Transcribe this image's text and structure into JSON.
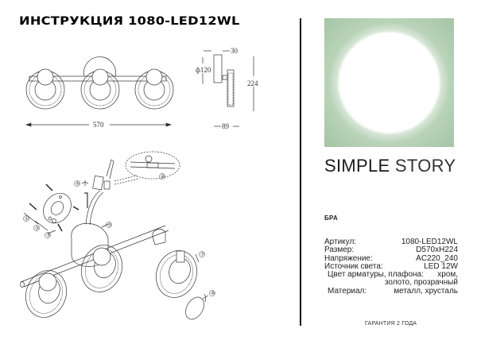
{
  "document": {
    "title": "ИНСТРУКЦИЯ 1080-LED12WL"
  },
  "hero_image": {
    "description": "green-square-with-white-circle",
    "colors": {
      "background": "#a4c4a4",
      "circle": "#ffffff"
    }
  },
  "brand": {
    "part1": "SIMPLE",
    "part2": "STORY"
  },
  "product_type": "БРА",
  "specs": [
    {
      "label": "Артикул:",
      "value": "1080-LED12WL"
    },
    {
      "label": "Размер:",
      "value": "D570xH224"
    },
    {
      "label": "Напряжение:",
      "value": "AC220_240"
    },
    {
      "label": "Источник света:",
      "value": "LED 12W"
    },
    {
      "label": "Цвет арматуры, плафона:",
      "value": "хром,",
      "continuation": "золото, прозрачный"
    },
    {
      "label": "Материал:",
      "value": "металл, хрусталь"
    }
  ],
  "warranty": "ГАРАНТИЯ 2 ГОДА",
  "drawings": {
    "front_view": {
      "width_label": "570"
    },
    "side_view": {
      "depth_label": "30",
      "diameter_label": "ф120",
      "height_label": "224",
      "bottom_label": "89"
    },
    "assembly_callouts": [
      "①",
      "②",
      "③",
      "④",
      "⑤",
      "⑥",
      "⑦",
      "⑧"
    ]
  }
}
